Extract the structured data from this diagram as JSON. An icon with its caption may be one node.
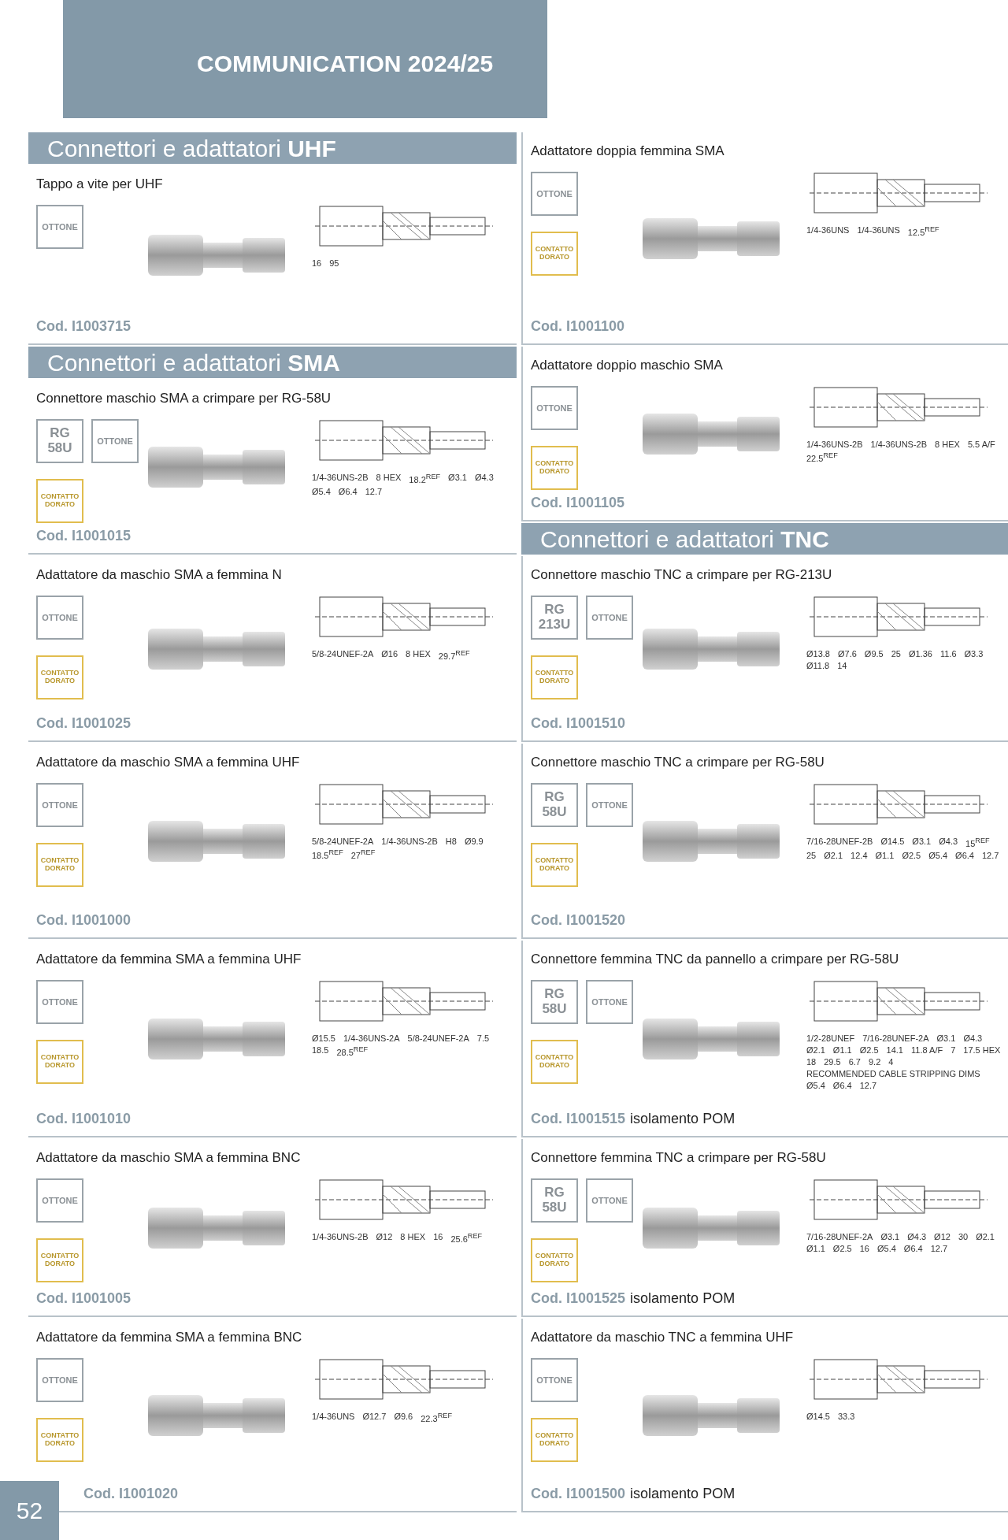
{
  "diagram": {
    "title": "COMMUNICATION 2024/25",
    "nodes": [
      {
        "text": [
          "Connettori e adattatori **UHF**"
        ]
      },
      {
        "text": [
          "Tappo a vite per UHF",
          "Cod. I1003715"
        ]
      },
      {
        "text": [
          "OTTONE"
        ],
        "in": 1
      },
      {
        "text": [
          "Adattatore doppia femmina SMA",
          "Cod. I1001100"
        ]
      },
      {
        "text": [
          "OTTONE"
        ],
        "in": 3
      },
      {
        "text": [
          "CONTATTO DORATO"
        ],
        "in": 3
      },
      {
        "text": [
          "Connettori e adattatori **SMA**"
        ]
      },
      {
        "text": [
          "Connettore maschio SMA a crimpare per RG-58U",
          "Cod. I1001015"
        ]
      },
      {
        "text": [
          "RG 58U"
        ],
        "in": 7
      },
      {
        "text": [
          "OTTONE"
        ],
        "in": 7
      },
      {
        "text": [
          "CONTATTO DORATO"
        ],
        "in": 7
      },
      {
        "text": [
          "Adattatore doppio maschio SMA",
          "Cod. I1001105"
        ]
      },
      {
        "text": [
          "OTTONE"
        ],
        "in": 11
      },
      {
        "text": [
          "CONTATTO DORATO"
        ],
        "in": 11
      },
      {
        "text": [
          "Connettori e adattatori **TNC**"
        ]
      },
      {
        "text": [
          "Adattatore da maschio SMA a femmina N",
          "Cod. I1001025"
        ]
      },
      {
        "text": [
          "OTTONE"
        ],
        "in": 15
      },
      {
        "text": [
          "CONTATTO DORATO"
        ],
        "in": 15
      },
      {
        "text": [
          "Connettore maschio TNC a crimpare per RG-213U",
          "Cod. I1001510"
        ]
      },
      {
        "text": [
          "RG 213U"
        ],
        "in": 18
      },
      {
        "text": [
          "OTTONE"
        ],
        "in": 18
      },
      {
        "text": [
          "CONTATTO DORATO"
        ],
        "in": 18
      },
      {
        "text": [
          "Adattatore da maschio SMA a femmina UHF",
          "Cod. I1001000"
        ]
      },
      {
        "text": [
          "OTTONE"
        ],
        "in": 22
      },
      {
        "text": [
          "CONTATTO DORATO"
        ],
        "in": 22
      },
      {
        "text": [
          "Connettore maschio TNC a crimpare per RG-58U",
          "Cod. I1001520"
        ]
      },
      {
        "text": [
          "RG 58U"
        ],
        "in": 25
      },
      {
        "text": [
          "OTTONE"
        ],
        "in": 25
      },
      {
        "text": [
          "CONTATTO DORATO"
        ],
        "in": 25
      },
      {
        "text": [
          "Adattatore da femmina SMA a femmina UHF",
          "Cod. I1001010"
        ]
      },
      {
        "text": [
          "OTTONE"
        ],
        "in": 29
      },
      {
        "text": [
          "CONTATTO DORATO"
        ],
        "in": 29
      },
      {
        "text": [
          "Connettore femmina TNC da pannello a crimpare per RG-58U",
          "Cod. I1001515",
          "isolamento POM"
        ]
      },
      {
        "text": [
          "RG 58U"
        ],
        "in": 32
      },
      {
        "text": [
          "OTTONE"
        ],
        "in": 32
      },
      {
        "text": [
          "CONTATTO DORATO"
        ],
        "in": 32
      },
      {
        "text": [
          "Adattatore da maschio SMA a femmina BNC",
          "Cod. I1001005"
        ]
      },
      {
        "text": [
          "OTTONE"
        ],
        "in": 36
      },
      {
        "text": [
          "CONTATTO DORATO"
        ],
        "in": 36
      },
      {
        "text": [
          "Connettore femmina TNC a crimpare per RG-58U",
          "Cod. I1001525",
          "isolamento POM"
        ]
      },
      {
        "text": [
          "RG 58U"
        ],
        "in": 39
      },
      {
        "text": [
          "OTTONE"
        ],
        "in": 39
      },
      {
        "text": [
          "CONTATTO DORATO"
        ],
        "in": 39
      },
      {
        "text": [
          "Adattatore da femmina SMA a femmina BNC",
          "Cod. I1001020"
        ]
      },
      {
        "text": [
          "OTTONE"
        ],
        "in": 43
      },
      {
        "text": [
          "CONTATTO DORATO"
        ],
        "in": 43
      },
      {
        "text": [
          "Adattatore da maschio TNC a femmina UHF",
          "Cod. I1001500",
          "isolamento POM"
        ]
      },
      {
        "text": [
          "OTTONE"
        ],
        "in": 46
      },
      {
        "text": [
          "CONTATTO DORATO"
        ],
        "in": 46
      }
    ],
    "edges": [],
    "labels": [
      "16",
      "95",
      "1/4-36UNS",
      "1/4-36UNS",
      "12.5$^{REF}$",
      "1/4-36UNS-2B",
      "8 HEX",
      "18.2$^{REF}$",
      "Ø3.1",
      "Ø4.3",
      "Ø5.4",
      "Ø6.4",
      "12.7",
      "1/4-36UNS-2B",
      "1/4-36UNS-2B",
      "8 HEX",
      "5.5 A/F",
      "22.5$^{REF}$",
      "5/8-24UNEF-2A",
      "Ø16",
      "8 HEX",
      "29.7$^{REF}$",
      "Ø13.8",
      "Ø7.6",
      "Ø9.5",
      "25",
      "Ø1.36",
      "11.6",
      "Ø3.3",
      "Ø11.8",
      "14",
      "5/8-24UNEF-2A",
      "1/4-36UNS-2B",
      "H8",
      "Ø9.9",
      "18.5$^{REF}$",
      "27$^{REF}$",
      "7/16-28UNEF-2B",
      "Ø14.5",
      "Ø3.1",
      "Ø4.3",
      "15$^{REF}$",
      "25",
      "Ø2.1",
      "12.4",
      "Ø1.1",
      "Ø2.5",
      "Ø5.4",
      "Ø6.4",
      "12.7",
      "Ø15.5",
      "1/4-36UNS-2A",
      "5/8-24UNEF-2A",
      "7.5",
      "18.5",
      "28.5$^{REF}$",
      "1/2-28UNEF",
      "7/16-28UNEF-2A",
      "Ø3.1",
      "Ø4.3",
      "Ø2.1",
      "Ø1.1",
      "Ø2.5",
      "14.1",
      "11.8 A/F",
      "7",
      "17.5 HEX",
      "18",
      "29.5",
      "6.7",
      "9.2",
      "4",
      "RECOMMENDED CABLE STRIPPING DIMS",
      "Ø5.4",
      "Ø6.4",
      "12.7",
      "1/4-36UNS-2B",
      "Ø12",
      "8 HEX",
      "16",
      "25.6$^{REF}$",
      "7/16-28UNEF-2A",
      "Ø3.1",
      "Ø4.3",
      "Ø12",
      "30",
      "Ø2.1",
      "Ø1.1",
      "Ø2.5",
      "16",
      "Ø5.4",
      "Ø6.4",
      "12.7",
      "1/4-36UNS",
      "Ø12.7",
      "Ø9.6",
      "22.3$^{REF}$",
      "Ø14.5",
      "33.3",
      "52"
    ]
  }
}
